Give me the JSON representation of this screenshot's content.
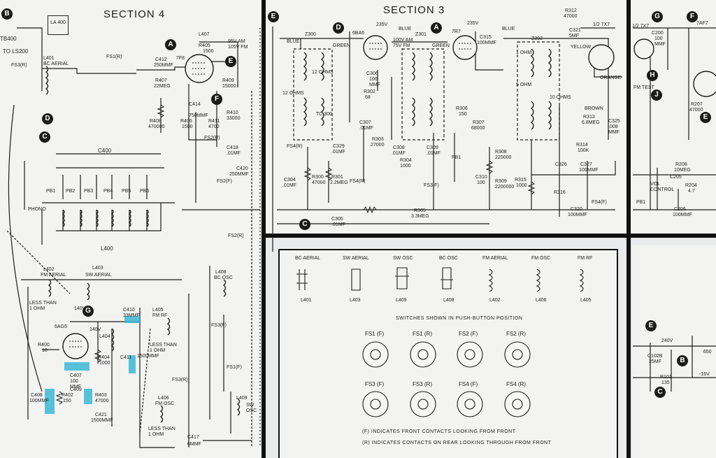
{
  "sections": {
    "section4": "SECTION 4",
    "section3": "SECTION 3"
  },
  "nodes": [
    "B",
    "A",
    "E",
    "D",
    "F",
    "C",
    "G",
    "H",
    "J",
    "E",
    "B",
    "C"
  ],
  "labels": {
    "tb400": "TB400",
    "to_ls200": "TO LS200",
    "la400": "LA\n400",
    "fs3r": "FS3(R)",
    "l401": "L401",
    "bc_aerial": "BC AERIAL",
    "fs1r": "FS1(R)",
    "c412": "C412",
    "c412v": "250MMF",
    "l407": "L407",
    "r405": "R405",
    "r405v": "1500",
    "v95": "95V AM",
    "v105": "105V FM",
    "tube_7f8": "7F8",
    "c400": "C400",
    "l400": "L400",
    "pb1": "PB1",
    "pb2": "PB2",
    "pb3": "PB3",
    "pb4": "PB4",
    "pb5": "PB5",
    "pb6": "PB6",
    "phono": "PHONO",
    "r407": "R407",
    "r407v": "22MEG",
    "r408": "R408",
    "r408v": "470000",
    "r406": "R406",
    "r406v": "1500",
    "c414": "C414",
    "c414v": "750MMF",
    "r411": "R411",
    "r411v": "4700",
    "r410": "R410",
    "r410v": "33000",
    "r409": "R409",
    "r409v": "15000",
    "c418": "C418",
    "c418v": ".01MF",
    "fs2r": "FS2(R)",
    "fs2f": "FS2(F)",
    "c420": "C420",
    "c420v": "250MMF",
    "l402": "L402",
    "fm_aerial": "FM AERIAL",
    "l403": "L403",
    "sw_aerial": "SW AERIAL",
    "less_than_1ohm": "LESS THAN\n1 OHM",
    "tube_6ag5": "6AG5",
    "v140": "140V",
    "c410": "C410",
    "c410v": "33MMF",
    "l405": "L405",
    "fm_rf": "FM RF",
    "l404": "L404",
    "r400": "R400",
    "r400v": "10",
    "c407": "C407",
    "c407v": "100\nMMF",
    "r404": "R404",
    "r404v": "1000",
    "c411": "C411",
    "c411v": "1500MMF",
    "c408": "C408",
    "c408v": "100MMF",
    "r402": "R402",
    "r402v": "150",
    "c409": "C409",
    "r403": "R403",
    "r403v": "47000",
    "c421": "C421",
    "c421v": "1500MMF",
    "l406": "L406",
    "fm_osc": "FM OSC",
    "l408": "L408",
    "bc_osc": "BC OSC",
    "l409": "L409",
    "sw_osc": "SW\nOSC",
    "c417": "C417",
    "c417v": "6MMF",
    "fs3f": "FS3(F)",
    "fs3r2": "FS3(R)",
    "fs1f": "FS1(F)",
    "fs2r2": "FS2(R)",
    "z300": "Z300",
    "tube_6ba6": "6BA6",
    "v235a": "235V",
    "z301": "Z301",
    "blue": "BLUE",
    "green": "GREEN",
    "v100": "100V AM",
    "v75": "75V FM",
    "tube_7r7": "7R7",
    "v235b": "235V",
    "c315": "C315",
    "c315v": "100MMF",
    "z302": "Z302",
    "r312": "R312",
    "r312v": "47000",
    "c321": "C321",
    "c321v": "5MF",
    "tube_7x7": "1/2 7X7",
    "r302": "R302",
    "r302v": "68",
    "c306": "C306",
    "c306v": "100\nMMF",
    "c307": "C307",
    "c307v": ".01MF",
    "r303": "R303",
    "r303v": "27000",
    "c308": "C308",
    "c308v": ".01MF",
    "r304": "R304",
    "r304v": "1000",
    "c309": "C309",
    "c309v": ".01MF",
    "r305": "R305",
    "r305v": "3.3MEG",
    "c305": "C305",
    "c305v": ".01MF",
    "r306": "R306",
    "r306v": "150",
    "r307": "R307",
    "r307v": "68000",
    "c310": "C310",
    "c310v": "100",
    "r308": "R308",
    "r308v": "220000",
    "r309": "R309",
    "r309v": "2200000",
    "r315": "R315",
    "r315v": "1000",
    "r316": "R316",
    "c320": "C320",
    "c320v": "100MMF",
    "c326": "C326",
    "c327": "C327",
    "c327v": "100MMF",
    "r313": "R313",
    "r313v": "6.8MEG",
    "r314": "R314",
    "r314v": "100K",
    "c325": "C325",
    "c325v": ".008\nMMF",
    "brown": "BROWN",
    "fs4r": "FS4(R)",
    "fs4f": "FS4(F)",
    "fs3f2": "FS3(F)",
    "c304": "C304",
    "c304v": ".01MF",
    "r300": "R300",
    "r300v": "47000",
    "r301": "R301",
    "r301v": "2.2MEG",
    "c329": "C329",
    "c329v": ".01MF",
    "pb1b": "PB1",
    "yellow": "YELLOW",
    "orange": "ORANGE",
    "ohm1": "1 OHM",
    "ohm5": "5 OHM",
    "ohm12": "12 OHMS",
    "ohm10": "10 OHMS",
    "tc300": "TC 300",
    "fm_test": "FM TEST",
    "vol_control": "VOL\nCONTROL",
    "r208": "R208",
    "r208v": "10MEG",
    "r204": "R204",
    "r204v": "4.7",
    "c205": "C205",
    "c206": "C206",
    "c206v": "100MMF",
    "r207": "R207",
    "r207v": "47000",
    "c200": "C200",
    "c200v": "100\nMMF",
    "tube_7x7b": "1/2 7X7",
    "tube_7af7": "7AF7",
    "pb1c": "PB1",
    "v240": "240V",
    "c102b": "C102B",
    "c102bv": "25MF",
    "r101": "R101",
    "r101v": "135",
    "vneg16": "-16V",
    "v650": "650"
  },
  "legend": {
    "coils": [
      {
        "title": "BC AERIAL",
        "ref": "L401"
      },
      {
        "title": "SW AERIAL",
        "ref": "L403"
      },
      {
        "title": "SW OSC",
        "ref": "L409"
      },
      {
        "title": "BC OSC",
        "ref": "L408"
      },
      {
        "title": "FM AERIAL",
        "ref": "L402"
      },
      {
        "title": "FM OSC",
        "ref": "L406"
      },
      {
        "title": "FM RF",
        "ref": "L405"
      }
    ],
    "switch_title": "SWITCHES SHOWN IN PUSH-BUTTON POSITION",
    "switches_row1": [
      "FS1 (F)",
      "FS1 (R)",
      "FS2 (F)",
      "FS2 (R)"
    ],
    "switches_row2": [
      "FS3 (F)",
      "FS3 (R)",
      "FS4 (F)",
      "FS4 (R)"
    ],
    "note_f": "(F) INDICATES FRONT CONTACTS LOOKING FROM FRONT",
    "note_r": "(R) INDICATES CONTACTS ON REAR LOOKING THROUGH FROM FRONT"
  },
  "colors": {
    "highlight": "#3cb7d6",
    "ink": "#1b1b1b",
    "paper": "#f3f3f1"
  }
}
